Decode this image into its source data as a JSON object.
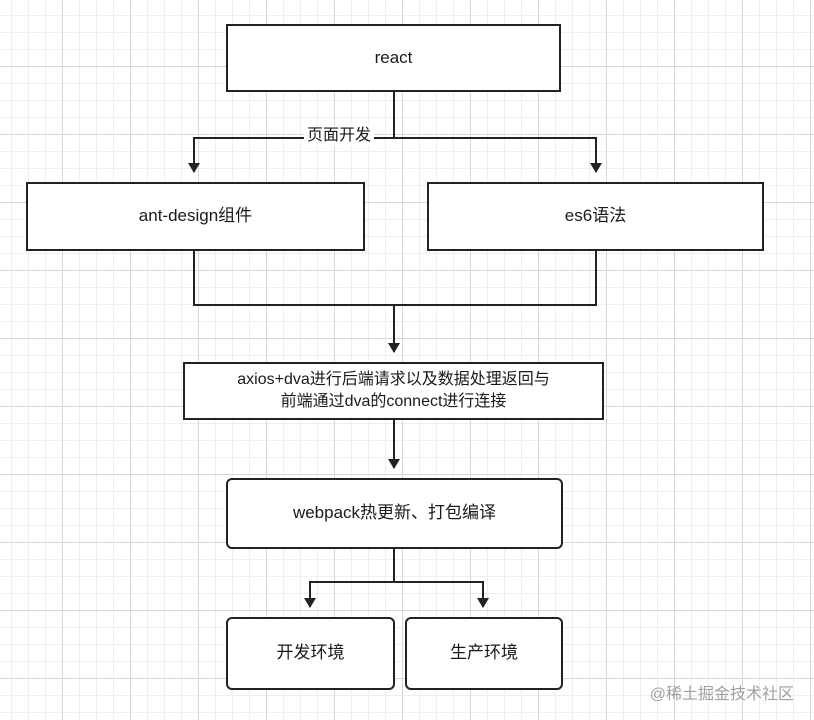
{
  "diagram": {
    "nodes": {
      "react": "react",
      "antd": "ant-design组件",
      "es6": "es6语法",
      "axios_line1": "axios+dva进行后端请求以及数据处理返回与",
      "axios_line2": "前端通过dva的connect进行连接",
      "webpack": "webpack热更新、打包编译",
      "dev": "开发环境",
      "prod": "生产环境"
    },
    "edge_labels": {
      "react_split": "页面开发"
    },
    "edges": [
      {
        "from": "react",
        "to": "antd",
        "label": "页面开发"
      },
      {
        "from": "react",
        "to": "es6",
        "label": "页面开发"
      },
      {
        "from": "antd",
        "to": "axios"
      },
      {
        "from": "es6",
        "to": "axios"
      },
      {
        "from": "axios",
        "to": "webpack"
      },
      {
        "from": "webpack",
        "to": "dev"
      },
      {
        "from": "webpack",
        "to": "prod"
      }
    ],
    "colors": {
      "stroke": "#222222",
      "grid_major": "#d7d7d7",
      "grid_minor": "#efefef"
    }
  },
  "watermark": "@稀土掘金技术社区"
}
